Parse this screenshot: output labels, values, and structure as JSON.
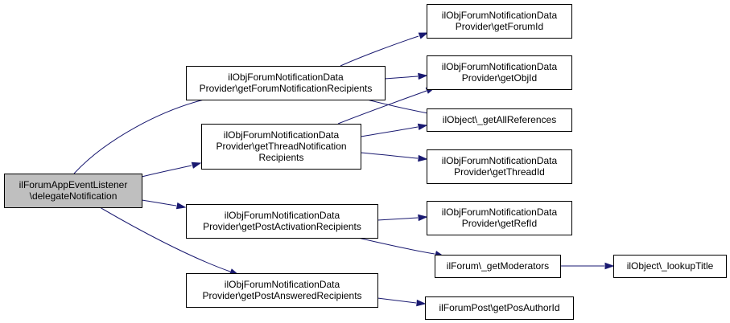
{
  "nodes": [
    {
      "id": "n0",
      "lines": [
        "ilForumAppEventListener",
        "\\delegateNotification"
      ],
      "root": true
    },
    {
      "id": "n1",
      "lines": [
        "ilObjForumNotificationData",
        "Provider\\getForumNotificationRecipients"
      ]
    },
    {
      "id": "n2",
      "lines": [
        "ilObjForumNotificationData",
        "Provider\\getThreadNotification",
        "Recipients"
      ]
    },
    {
      "id": "n3",
      "lines": [
        "ilObjForumNotificationData",
        "Provider\\getPostActivationRecipients"
      ]
    },
    {
      "id": "n4",
      "lines": [
        "ilObjForumNotificationData",
        "Provider\\getPostAnsweredRecipients"
      ]
    },
    {
      "id": "n5",
      "lines": [
        "ilObjForumNotificationData",
        "Provider\\getForumId"
      ]
    },
    {
      "id": "n6",
      "lines": [
        "ilObjForumNotificationData",
        "Provider\\getObjId"
      ]
    },
    {
      "id": "n7",
      "lines": [
        "ilObject\\_getAllReferences"
      ]
    },
    {
      "id": "n8",
      "lines": [
        "ilObjForumNotificationData",
        "Provider\\getThreadId"
      ]
    },
    {
      "id": "n9",
      "lines": [
        "ilObjForumNotificationData",
        "Provider\\getRefId"
      ]
    },
    {
      "id": "n10",
      "lines": [
        "ilForum\\_getModerators"
      ]
    },
    {
      "id": "n11",
      "lines": [
        "ilObject\\_lookupTitle"
      ]
    },
    {
      "id": "n12",
      "lines": [
        "ilForumPost\\getPosAuthorId"
      ]
    }
  ],
  "edges": [
    {
      "from": "n0",
      "to": "n1"
    },
    {
      "from": "n0",
      "to": "n2"
    },
    {
      "from": "n0",
      "to": "n3"
    },
    {
      "from": "n0",
      "to": "n4"
    },
    {
      "from": "n1",
      "to": "n5"
    },
    {
      "from": "n1",
      "to": "n6"
    },
    {
      "from": "n1",
      "to": "n7"
    },
    {
      "from": "n2",
      "to": "n6"
    },
    {
      "from": "n2",
      "to": "n7"
    },
    {
      "from": "n2",
      "to": "n8"
    },
    {
      "from": "n3",
      "to": "n9"
    },
    {
      "from": "n3",
      "to": "n10"
    },
    {
      "from": "n10",
      "to": "n11"
    },
    {
      "from": "n4",
      "to": "n12"
    }
  ],
  "colors": {
    "edge": "#191970",
    "root_fill": "#bfbfbf",
    "node_fill": "#ffffff",
    "node_stroke": "#000000"
  }
}
